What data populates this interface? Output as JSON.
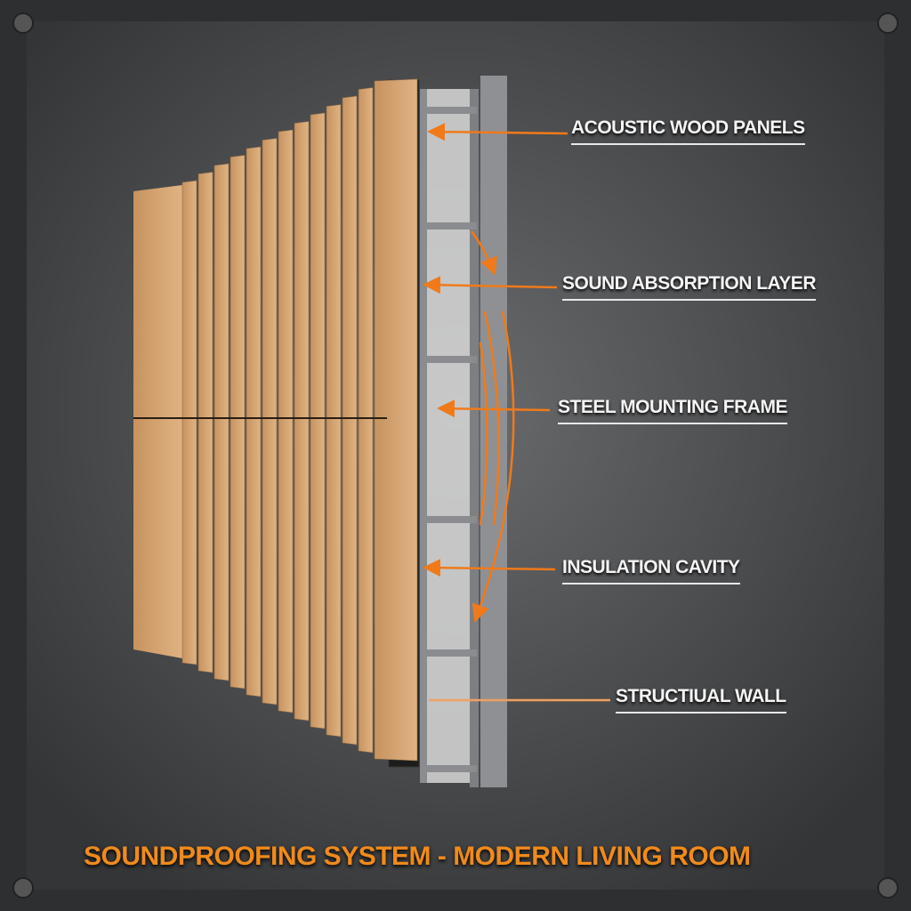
{
  "title": "SOUNDPROOFING SYSTEM - MODERN LIVING ROOM",
  "labels": [
    {
      "text": "ACOUSTIC WOOD PANELS"
    },
    {
      "text": "SOUND ABSORPTION LAYER"
    },
    {
      "text": "STEEL MOUNTING FRAME"
    },
    {
      "text": "INSULATION CAVITY"
    },
    {
      "text": "STRUCTIUAL WALL"
    }
  ],
  "colors": {
    "accent": "#f07a1a",
    "wood": "#d9a875",
    "background": "#4a4b4d",
    "absorption": "#1c1c1c",
    "frame": "#8a8c90"
  }
}
